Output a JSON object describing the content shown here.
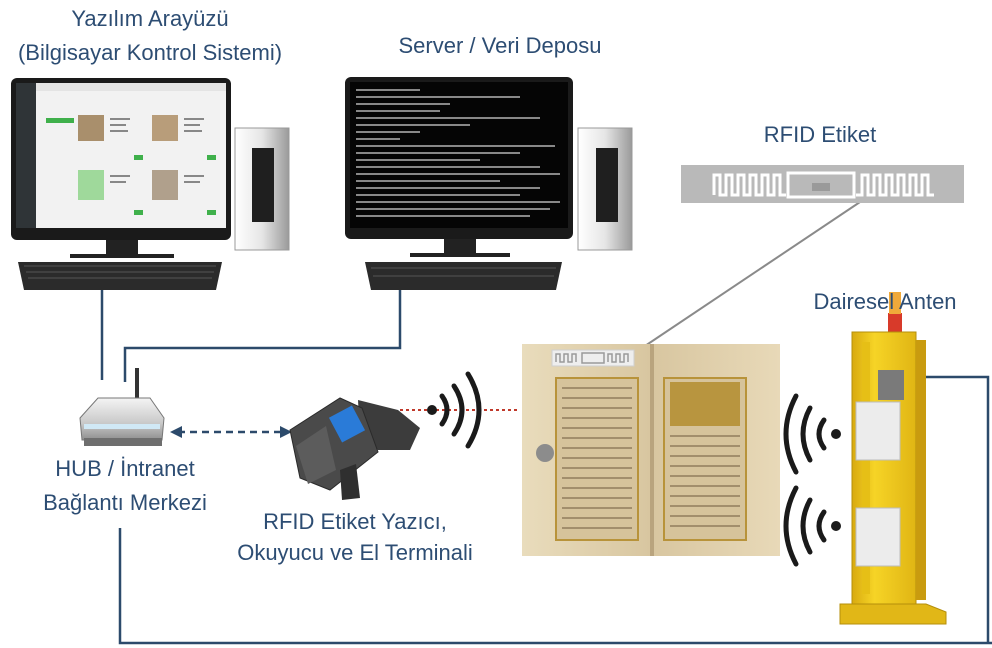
{
  "labels": {
    "software_line1": "Yazılım Arayüzü",
    "software_line2": "(Bilgisayar Kontrol Sistemi)",
    "server": "Server / Veri Deposu",
    "rfid_tag": "RFID Etiket",
    "antenna": "Dairesel Anten",
    "hub_line1": "HUB / İntranet",
    "hub_line2": "Bağlantı Merkezi",
    "reader_line1": "RFID Etiket Yazıcı,",
    "reader_line2": "Okuyucu ve El Terminali"
  },
  "colors": {
    "label": "#2d4d73",
    "connection": "#2c4a6b",
    "rf_signal": "#1a1a1a",
    "antenna_frame": "#f3cf22",
    "manuscript_paper": "#e7d7b6",
    "tag_gray": "#b9b9b9"
  },
  "icons": {
    "computer": "desktop-computer-icon",
    "server": "server-computer-icon",
    "tag": "rfid-tag-icon",
    "hub": "router-icon",
    "reader": "handheld-rfid-reader-icon",
    "book": "manuscript-book-icon",
    "antenna": "rfid-gate-antenna-icon",
    "signal": "radio-wave-icon"
  }
}
